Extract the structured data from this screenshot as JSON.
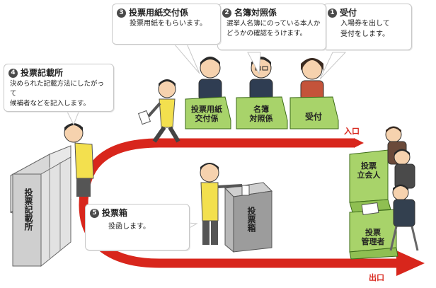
{
  "colors": {
    "arrow": "#d8261c",
    "table_green": "#a8d36a",
    "booth_gray": "#cfcfcf",
    "shirt_yellow": "#f3e04e"
  },
  "steps": [
    {
      "num": "1",
      "title": "受付",
      "text": "入場券を出して\n受付をします。"
    },
    {
      "num": "2",
      "title": "名簿対照係",
      "text": "選挙人名簿にのっている本人か\nどうかの確認をうけます。"
    },
    {
      "num": "3",
      "title": "投票用紙交付係",
      "text": "投票用紙をもらいます。"
    },
    {
      "num": "4",
      "title": "投票記載所",
      "text": "決められた記載方法にしたがって\n候補者などを記入します。"
    },
    {
      "num": "5",
      "title": "投票箱",
      "text": "投函します。"
    }
  ],
  "labels": {
    "table_ballot_issue": "投票用紙\n交付係",
    "table_register_check": "名簿\n対照係",
    "table_reception": "受付",
    "entrance": "入口",
    "exit": "出口",
    "booth": "投票記載所",
    "ballot_box": "投票箱",
    "witness": "投票\n立会人",
    "manager": "投票\n管理者"
  }
}
